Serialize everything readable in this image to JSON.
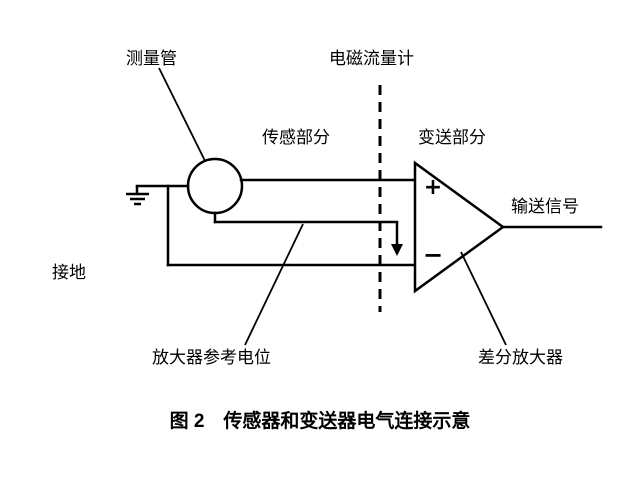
{
  "figure": {
    "caption": "图 2　传感器和变送器电气连接示意"
  },
  "labels": {
    "measuring_tube": "测量管",
    "flowmeter": "电磁流量计",
    "sensing_section": "传感部分",
    "transmitting_section": "变送部分",
    "output_signal": "输送信号",
    "ground": "接地",
    "amplifier_reference": "放大器参考电位",
    "differential_amplifier": "差分放大器"
  },
  "amplifier": {
    "plus_input": "+",
    "minus_input": "−"
  },
  "colors": {
    "line": "#000000",
    "background": "#ffffff"
  }
}
